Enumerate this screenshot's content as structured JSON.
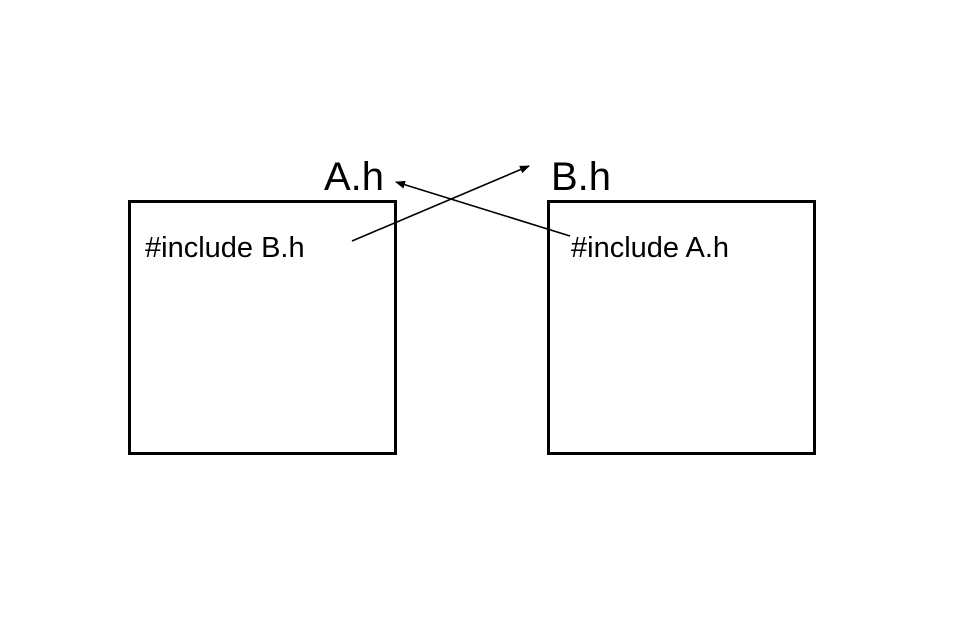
{
  "files": [
    {
      "title": "A.h",
      "include": "#include B.h"
    },
    {
      "title": "B.h",
      "include": "#include A.h"
    }
  ],
  "colors": {
    "stroke": "#000000",
    "background": "#ffffff"
  }
}
